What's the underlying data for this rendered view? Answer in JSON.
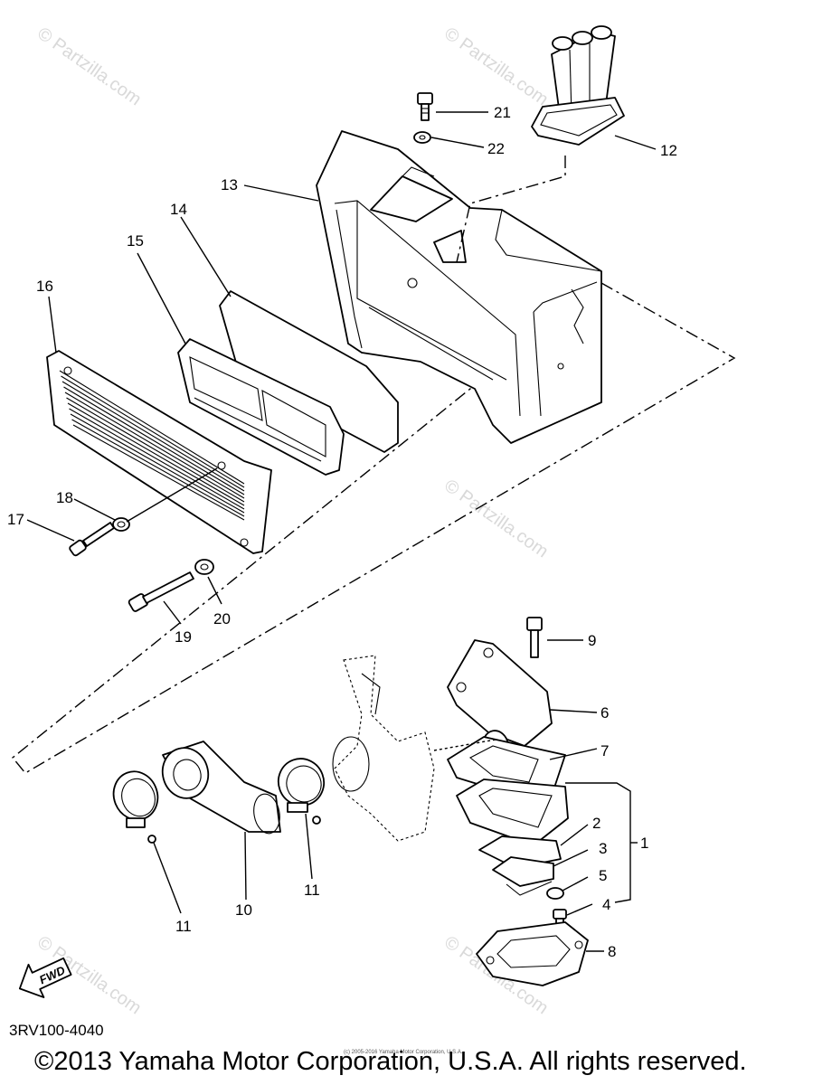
{
  "diagram": {
    "part_labels": {
      "p1": "1",
      "p2": "2",
      "p3": "3",
      "p4": "4",
      "p5": "5",
      "p6": "6",
      "p7": "7",
      "p8": "8",
      "p9": "9",
      "p10": "10",
      "p11a": "11",
      "p11b": "11",
      "p12": "12",
      "p13": "13",
      "p14": "14",
      "p15": "15",
      "p16": "16",
      "p17": "17",
      "p18": "18",
      "p19": "19",
      "p20": "20",
      "p21": "21",
      "p22": "22"
    },
    "fwd_label": "FWD",
    "watermark": "© Partzilla.com"
  },
  "footer": {
    "diagram_code": "3RV100-4040",
    "copyright": "©2013 Yamaha Motor Corporation, U.S.A. All rights reserved.",
    "small_copyright": "(c) 2005-2016 Yamaha Motor Corporation, U.S.A."
  }
}
